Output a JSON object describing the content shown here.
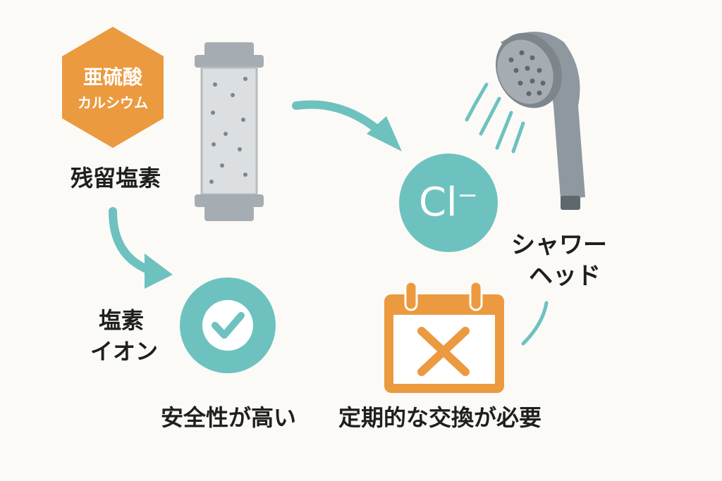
{
  "colors": {
    "background": "#fbfaf7",
    "teal": "#6dc2bf",
    "orange": "#eb9a3f",
    "gray": "#a6adb2",
    "dark_gray": "#7d868c",
    "text": "#1f1f1f"
  },
  "hexagon": {
    "line1": "亜硫酸",
    "line2": "カルシウム",
    "icon": "hexagon-badge"
  },
  "labels": {
    "residual_chlorine": "残留塩素",
    "chloride_ion_line1": "塩素",
    "chloride_ion_line2": "イオン",
    "shower_head_line1": "シャワー",
    "shower_head_line2": "ヘッド",
    "high_safety": "安全性が高い",
    "regular_replacement": "定期的な交換が必要"
  },
  "chlorine_symbol": "Cl⁻",
  "icons": [
    "filter-cartridge-icon",
    "shower-head-icon",
    "check-circle-icon",
    "calendar-x-icon",
    "arrow-icon"
  ]
}
